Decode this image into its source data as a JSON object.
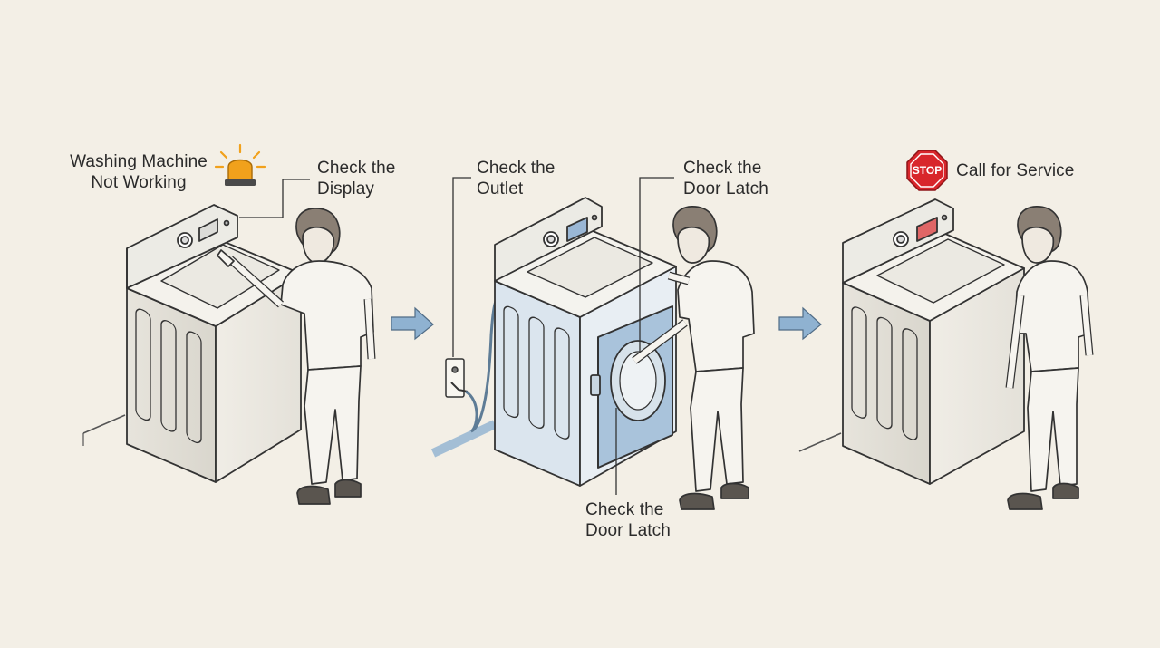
{
  "labels": {
    "not_working": "Washing Machine\nNot Working",
    "check_display": "Check the\nDisplay",
    "check_outlet": "Check the\nOutlet",
    "check_latch_top": "Check the\nDoor Latch",
    "check_latch_bottom": "Check the\nDoor Latch",
    "call_service": "Call for Service",
    "stop_sign": "STOP"
  },
  "icons": {
    "alarm": "alarm-light-icon",
    "stop": "stop-sign-icon",
    "arrow": "arrow-right-icon",
    "outlet": "outlet-icon"
  },
  "colors": {
    "background": "#f3efe6",
    "ink": "#2f2f2f",
    "alarm_orange": "#f1a11c",
    "stop_red": "#d8262b",
    "accent_blue": "#8fb2d1",
    "display_red": "#e06666"
  }
}
